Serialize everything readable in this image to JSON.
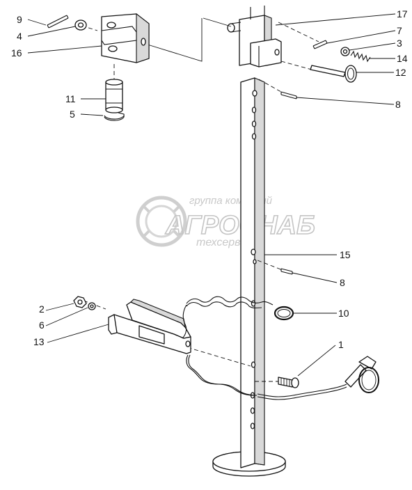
{
  "watermark": {
    "line_top": "группа компаний",
    "line_main": "АГРОСНАБ",
    "line_sub": "техсервис"
  },
  "callouts": [
    {
      "id": "c9",
      "label": "9"
    },
    {
      "id": "c4",
      "label": "4"
    },
    {
      "id": "c16",
      "label": "16"
    },
    {
      "id": "c11",
      "label": "11"
    },
    {
      "id": "c5",
      "label": "5"
    },
    {
      "id": "c17",
      "label": "17"
    },
    {
      "id": "c7",
      "label": "7"
    },
    {
      "id": "c3",
      "label": "3"
    },
    {
      "id": "c14",
      "label": "14"
    },
    {
      "id": "c12",
      "label": "12"
    },
    {
      "id": "c8a",
      "label": "8"
    },
    {
      "id": "c15",
      "label": "15"
    },
    {
      "id": "c8b",
      "label": "8"
    },
    {
      "id": "c10",
      "label": "10"
    },
    {
      "id": "c1",
      "label": "1"
    },
    {
      "id": "c2",
      "label": "2"
    },
    {
      "id": "c6",
      "label": "6"
    },
    {
      "id": "c13",
      "label": "13"
    }
  ]
}
